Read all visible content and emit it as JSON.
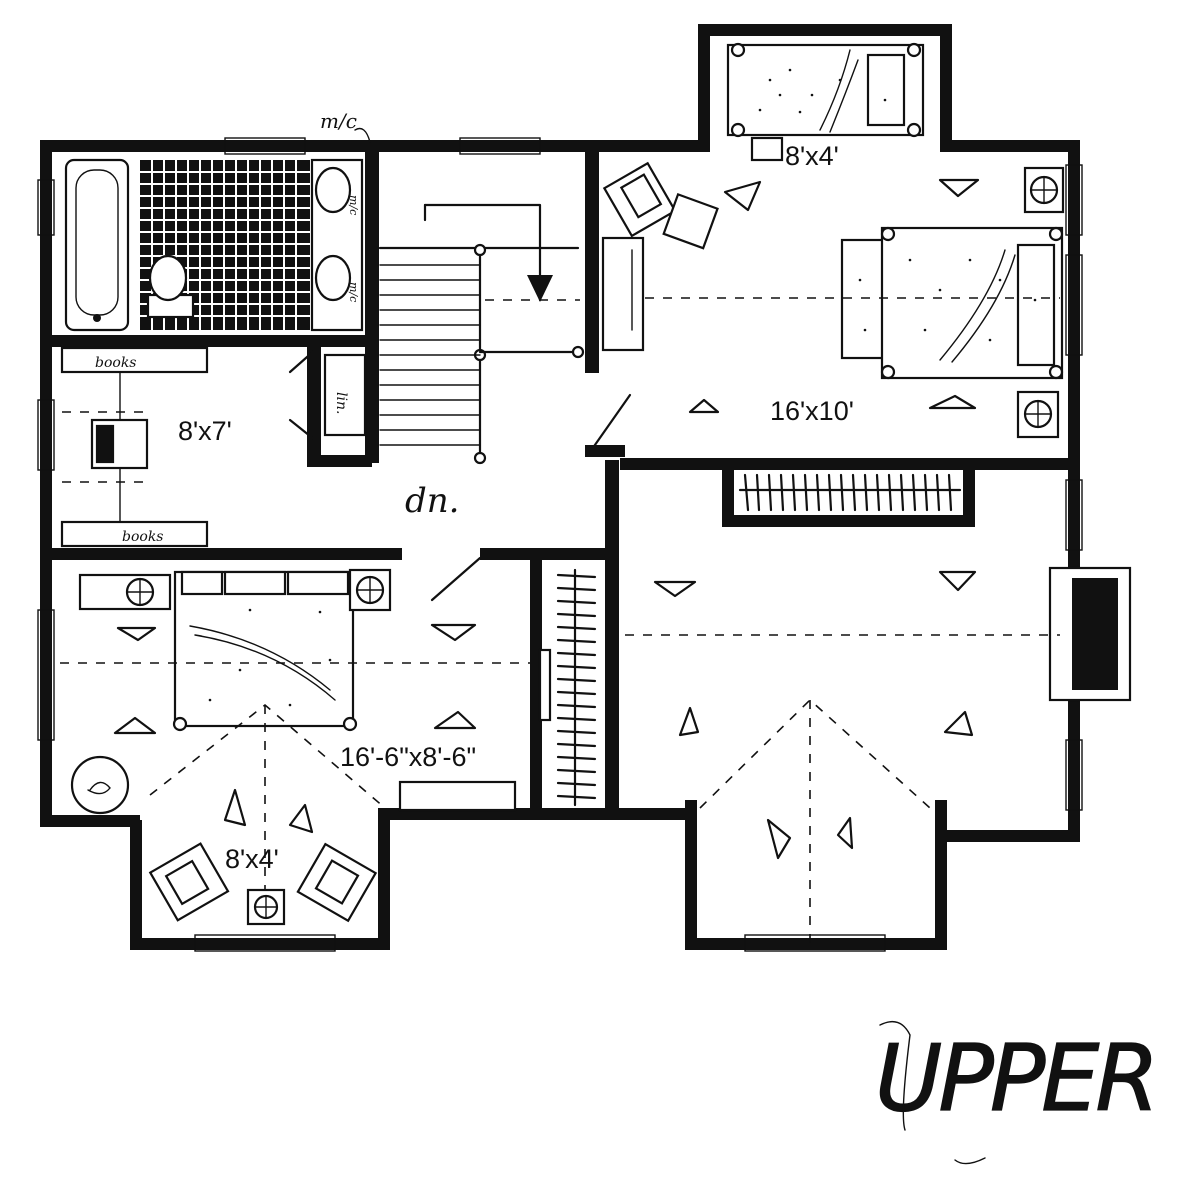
{
  "plan": {
    "level_label": "UPPER",
    "rooms": [
      {
        "id": "bedroom-ne",
        "dimension": "16'x10'"
      },
      {
        "id": "nook-ne",
        "dimension": "8'x4'"
      },
      {
        "id": "den",
        "dimension": "8'x7'"
      },
      {
        "id": "bedroom-sw",
        "dimension": "16'-6\"x8'-6\""
      },
      {
        "id": "nook-sw",
        "dimension": "8'x4'"
      }
    ],
    "notes": {
      "stair_down": "dn.",
      "medicine_cabinet": "m/c",
      "books_upper": "books",
      "books_lower": "books",
      "linen": "lin."
    }
  }
}
